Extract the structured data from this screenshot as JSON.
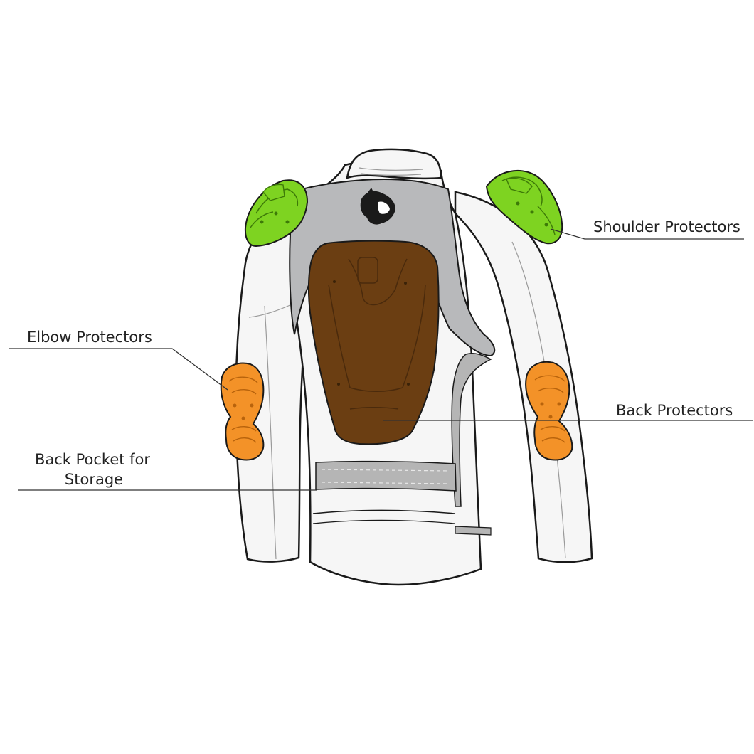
{
  "labels": {
    "shoulder": "Shoulder Protectors",
    "elbow": "Elbow Protectors",
    "back": "Back Protectors",
    "pocket_line1": "Back Pocket for",
    "pocket_line2": "Storage"
  },
  "colors": {
    "outline": "#1a1a1a",
    "jacket": "#f6f6f6",
    "yoke": "#b8b9bb",
    "shoulder_armor": "#7ed321",
    "elbow_armor": "#f39228",
    "back_armor": "#6b3e12",
    "band": "#b5b5b5",
    "leader_line": "#333333"
  },
  "icons": {
    "logo": "panther-head-logo"
  }
}
